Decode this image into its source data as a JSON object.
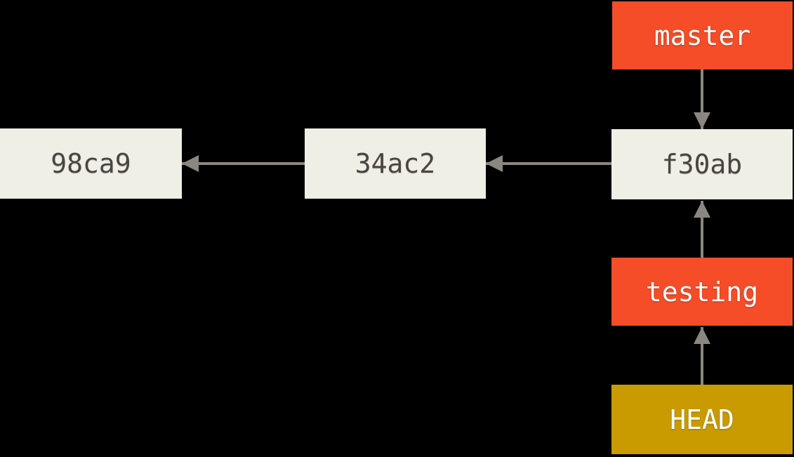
{
  "diagram": {
    "title": "git branch pointers with HEAD on testing",
    "commits": [
      {
        "id": "98ca9"
      },
      {
        "id": "34ac2"
      },
      {
        "id": "f30ab"
      }
    ],
    "branches": [
      {
        "name": "master",
        "points_to": "f30ab"
      },
      {
        "name": "testing",
        "points_to": "f30ab"
      }
    ],
    "head": {
      "name": "HEAD",
      "points_to": "testing"
    },
    "edges": [
      {
        "from": "34ac2",
        "to": "98ca9",
        "direction": "left"
      },
      {
        "from": "f30ab",
        "to": "34ac2",
        "direction": "left"
      },
      {
        "from": "master",
        "to": "f30ab",
        "direction": "down"
      },
      {
        "from": "testing",
        "to": "f30ab",
        "direction": "up"
      },
      {
        "from": "HEAD",
        "to": "testing",
        "direction": "up"
      }
    ],
    "colors": {
      "canvas_bg": "#000000",
      "commit_box": "#F0EFE6",
      "commit_text": "#4B4541",
      "branch_box": "#F44D27",
      "head_box": "#C99B00",
      "label_text": "#FFFFFF",
      "arrow": "#8C8680"
    }
  }
}
